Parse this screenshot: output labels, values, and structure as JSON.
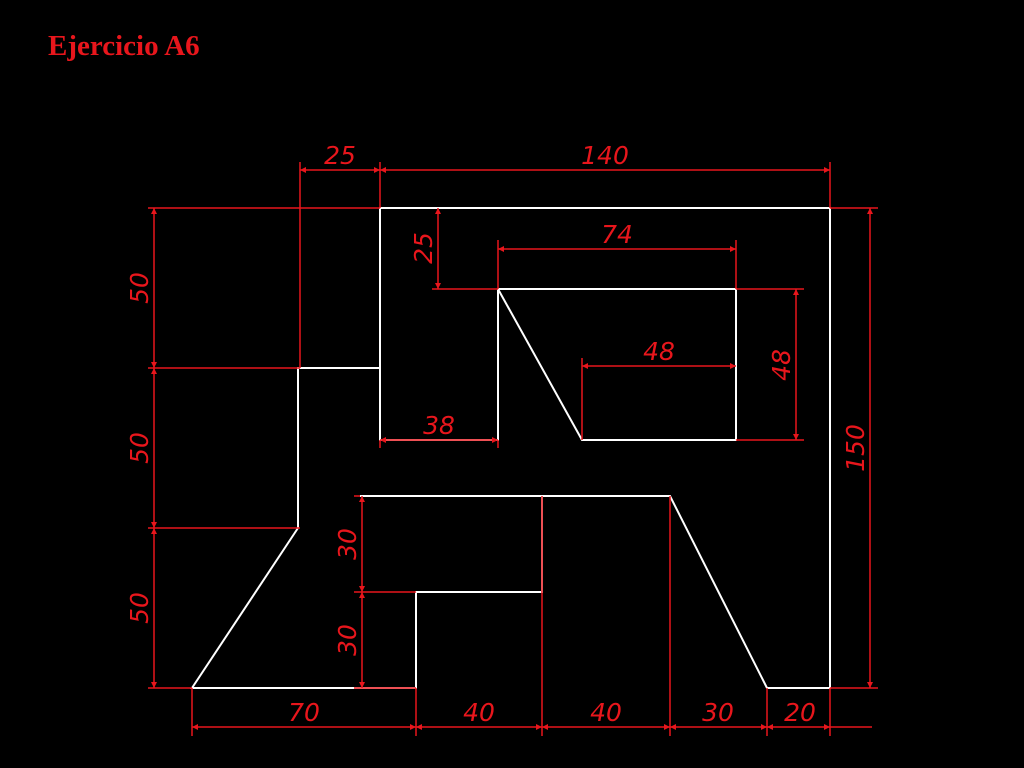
{
  "title": "Ejercicio A6",
  "colors": {
    "background": "#000000",
    "title": "#e8161c",
    "outline": "#ffffff",
    "dimension": "#e8161c"
  },
  "dimensions": {
    "top_25": "25",
    "top_140": "140",
    "inner_25": "25",
    "inner_74": "74",
    "inner_48_horizontal": "48",
    "inner_48_vertical": "48",
    "inner_38": "38",
    "left_50_top": "50",
    "left_50_middle": "50",
    "left_50_bottom": "50",
    "right_150": "150",
    "step_30_upper": "30",
    "step_30_lower": "30",
    "bottom_70": "70",
    "bottom_40_left": "40",
    "bottom_40_right": "40",
    "bottom_30": "30",
    "bottom_20": "20"
  }
}
